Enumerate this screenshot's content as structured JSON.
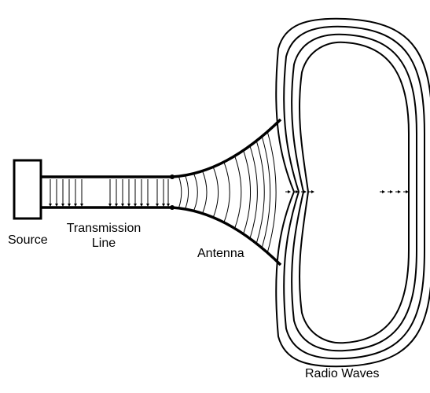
{
  "labels": {
    "source": "Source",
    "transmission_line_1": "Transmission",
    "transmission_line_2": "Line",
    "antenna": "Antenna",
    "radio_waves": "Radio Waves"
  },
  "colors": {
    "stroke": "#000000",
    "background": "#ffffff"
  }
}
